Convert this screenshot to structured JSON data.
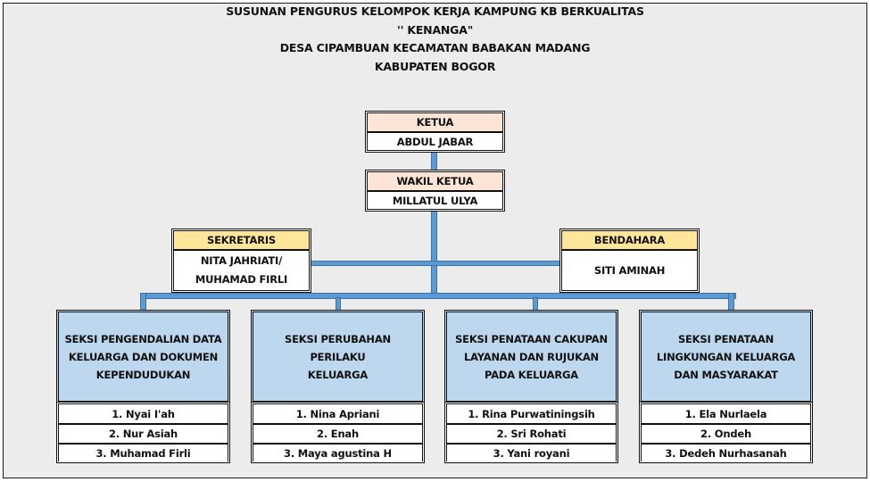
{
  "title": {
    "line1": "SUSUNAN PENGURUS KELOMPOK KERJA KAMPUNG KB BERKUALITAS",
    "line2": "'' KENANGA\"",
    "line3": "DESA CIPAMBUAN KECAMATAN BABAKAN MADANG",
    "line4": "KABUPATEN BOGOR"
  },
  "ketua": {
    "role": "KETUA",
    "name": "ABDUL JABAR"
  },
  "wakil_ketua": {
    "role": "WAKIL KETUA",
    "name": "MILLATUL ULYA"
  },
  "sekretaris": {
    "role": "SEKRETARIS",
    "name_line1": "NITA JAHRIATI/",
    "name_line2": "MUHAMAD FIRLI"
  },
  "bendahara": {
    "role": "BENDAHARA",
    "name": "SITI AMINAH"
  },
  "sections": [
    {
      "title_lines": [
        "SEKSI PENGENDALIAN DATA",
        "KELUARGA DAN DOKUMEN",
        "KEPENDUDUKAN"
      ],
      "members": [
        "1. Nyai I'ah",
        "2. Nur Asiah",
        "3. Muhamad Firli"
      ]
    },
    {
      "title_lines": [
        "SEKSI PERUBAHAN PERILAKU",
        "KELUARGA"
      ],
      "members": [
        "1. Nina Apriani",
        "2. Enah",
        "3. Maya agustina H"
      ]
    },
    {
      "title_lines": [
        "SEKSI PENATAAN CAKUPAN",
        "LAYANAN DAN RUJUKAN",
        "PADA KELUARGA"
      ],
      "members": [
        "1. Rina Purwatiningsih",
        "2. Sri Rohati",
        "3. Yani royani"
      ]
    },
    {
      "title_lines": [
        "SEKSI PENATAAN",
        "LINGKUNGAN KELUARGA",
        "DAN MASYARAKAT"
      ],
      "members": [
        "1. Ela Nurlaela",
        "2. Ondeh",
        "3. Dedeh Nurhasanah"
      ]
    }
  ],
  "colors": {
    "background": "#ececec",
    "leader_header": "#fce4d6",
    "officer_header": "#ffe699",
    "section_header": "#bdd7ee",
    "connector": "#5b9bd5"
  }
}
